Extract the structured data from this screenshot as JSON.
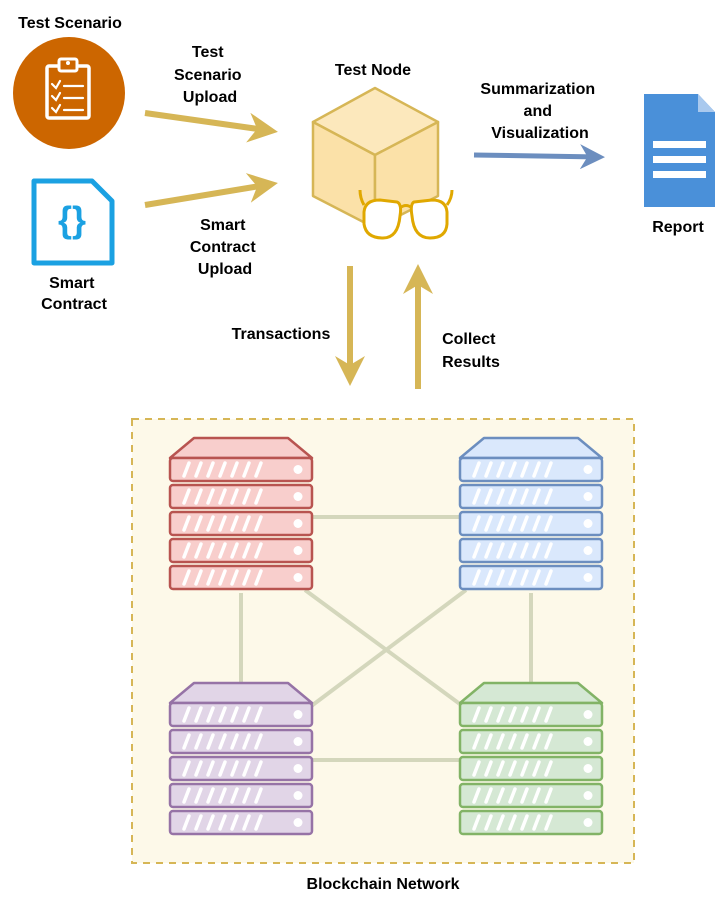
{
  "labels": {
    "test_scenario": "Test Scenario",
    "test_scenario_upload": [
      "Test",
      "Scenario",
      "Upload"
    ],
    "smart_contract": [
      "Smart",
      "Contract"
    ],
    "smart_contract_upload": [
      "Smart",
      "Contract",
      "Upload"
    ],
    "test_node": "Test Node",
    "summarization": [
      "Summarization",
      "and",
      "Visualization"
    ],
    "report": "Report",
    "transactions": "Transactions",
    "collect_results": [
      "Collect",
      "Results"
    ],
    "blockchain_network": "Blockchain Network"
  },
  "icons": {
    "test_scenario": "clipboard-checklist-icon",
    "smart_contract": "code-file-icon",
    "test_node": "cube-with-glasses-icon",
    "report": "document-icon",
    "servers": [
      "server-icon",
      "server-icon",
      "server-icon",
      "server-icon"
    ]
  },
  "colors": {
    "orange": "#CC6600",
    "cyan": "#1BA1E2",
    "gold": "#D6B656",
    "blue_arrow": "#6C8EBF",
    "report_blue": "#4A90D9",
    "network_fill": "#FDF9E9",
    "network_border": "#D6B656",
    "link": "#D4D7BC",
    "server_red_fill": "#F8CECC",
    "server_red_stroke": "#B85450",
    "server_blue_fill": "#DAE8FC",
    "server_blue_stroke": "#6C8EBF",
    "server_purple_fill": "#E1D5E7",
    "server_purple_stroke": "#9673A6",
    "server_green_fill": "#D5E8D4",
    "server_green_stroke": "#82B366"
  }
}
